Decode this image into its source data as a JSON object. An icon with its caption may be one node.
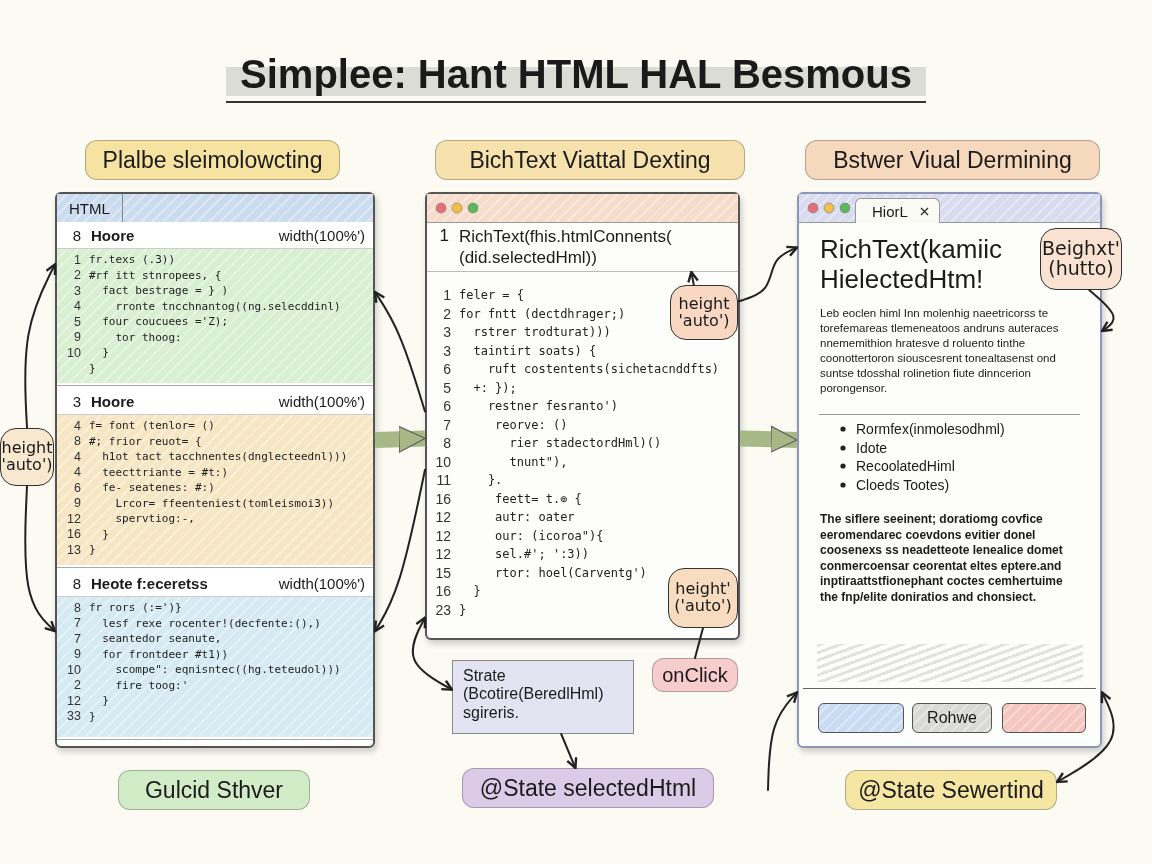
{
  "diagram": {
    "title": "Simplee: Hant HTML HAL Besmous",
    "nodes": [
      {
        "text": [
          "Plalbe sleimolowcting"
        ]
      },
      {
        "text": [
          "BichText Viattal Dexting"
        ]
      },
      {
        "text": [
          "Bstwer Viual Dermining"
        ]
      },
      {
        "text": [
          "HTML"
        ]
      },
      {
        "text": [
          "8",
          "Hoore",
          "width(100%')",
          "1 fr.texs (.3))",
          "2 #rf itt stnropees, {",
          "3 fact bestrage = } )",
          "4 rronte tncchnantog((ng.selecddinl)",
          "5 four coucuees ='Z);",
          "9 tor thoog:",
          "10 }",
          "}"
        ],
        "in": 3
      },
      {
        "text": [
          "3",
          "Hoore",
          "width(100%')",
          "4 f= font (tenlor= ()",
          "8 #; frior reuot= {",
          "4 h1ot tact tacchnentes(dnglecteednl)))",
          "4 teecttriante = #t:)",
          "6 fe- seatenes: #:)",
          "9 Lrcor= ffeenteniest(tomleismoi3))",
          "12 spervtiog:-,",
          "16 }",
          "13 }"
        ],
        "in": 3
      },
      {
        "text": [
          "8",
          "Heote f:eceretss",
          "width(100%')",
          "8 fr rors (:=')}",
          "7 lesf rexe rocenter!(decfente:(),)",
          "7 seantedor seanute,",
          "9 for frontdeer #t1))",
          "10 scompe\": eqnisntec((hg.teteudol)))",
          "2 fire toog:'",
          "12 }",
          "33 }"
        ],
        "in": 3
      },
      {
        "text": [
          "1 feler = {",
          "2 for fntt (dectdhrager;)",
          "3 rstrer trodturat)))",
          "3 taintirt soats) {",
          "6 ruft costentents(sichetacnddfts)",
          "5 +: });",
          "6 restner fesranto')",
          "7 reorve: ()",
          "8 rier stadectordHml)()",
          "10 tnunt\"),",
          "11 }.",
          "16 feett= t.⊚ {",
          "12 autr: oater",
          "12 our: (icoroa\"){",
          "12 sel.#'; ':3))",
          "15 rtor: hoel(Carventg')",
          "16 }",
          "23 }"
        ]
      },
      {
        "text": [
          "1 RichText(fhis.htmlConnents( (did.selectedHml))"
        ],
        "in": 7
      },
      {
        "text": [
          "height 'auto')"
        ],
        "in": 7
      },
      {
        "text": [
          "height' ('auto')"
        ],
        "in": 7
      },
      {
        "text": [
          "HiorL",
          "RichText(kamiic HielectedHtm!",
          "Leb eoclen himl Inn molenhig naeetricorss te torefemareas tlemeneatoos andruns auteraces nnememithion hratesve d roluento tinthe coonottertoron siouscesrent tonealtasenst ond suntse tdosshal rolinetion fiute dinncerion porongensor.",
          "Rormfex(inmolesodhml)",
          "Idote",
          "RecoolatedHiml",
          "Cloeds Tootes)",
          "The siflere seeinent; doratiomg covfice eeromendarec coevdons evitier donel coosenexs ss neadetteote lenealice domet conmercoensar ceorentat eltes eptere.and inptiraattstfionephant coctes cemhertuime the fnp/elite doniratios and chonsiect."
        ]
      },
      {
        "text": [
          "Beighxt' (hutto)"
        ]
      },
      {
        "text": [],
        "shape": "box",
        "in": 11
      },
      {
        "text": [
          "Rohwe"
        ],
        "in": 11
      },
      {
        "text": [],
        "shape": "box",
        "in": 11
      },
      {
        "text": [
          "height 'auto')"
        ]
      },
      {
        "text": [
          "onClick"
        ]
      },
      {
        "text": [
          "Strate (Bcotire(BeredlHml) sgireris."
        ]
      },
      {
        "text": [
          "Gulcid Sthver"
        ]
      },
      {
        "text": [
          "@State selectedHtml"
        ]
      },
      {
        "text": [
          "@State Sewertind"
        ]
      }
    ],
    "edges": [
      {
        "from": 16,
        "to": 3,
        "arrow": "to"
      },
      {
        "from": 16,
        "to": 3,
        "arrow": "to"
      },
      {
        "from": 7,
        "to": 3,
        "arrow": "to"
      },
      {
        "from": 7,
        "to": 3,
        "arrow": "to"
      },
      {
        "from": 3,
        "to": 7,
        "arrow": "to",
        "style": "thick",
        "color": "#a7b887"
      },
      {
        "from": 7,
        "to": 11,
        "arrow": "to",
        "style": "thick",
        "color": "#a7b887"
      },
      {
        "from": 9,
        "to": 8,
        "arrow": "to"
      },
      {
        "from": 9,
        "to": 11,
        "arrow": "to"
      },
      {
        "from": 10,
        "to": 17,
        "arrow": "none"
      },
      {
        "from": 7,
        "to": 18,
        "arrow": "both"
      },
      {
        "from": 18,
        "to": 20,
        "arrow": "to"
      },
      {
        "from": 12,
        "to": 11,
        "arrow": "to"
      },
      {
        "from": null,
        "to": 11,
        "arrow": "to"
      },
      {
        "from": 11,
        "to": 21,
        "arrow": "both"
      }
    ]
  }
}
